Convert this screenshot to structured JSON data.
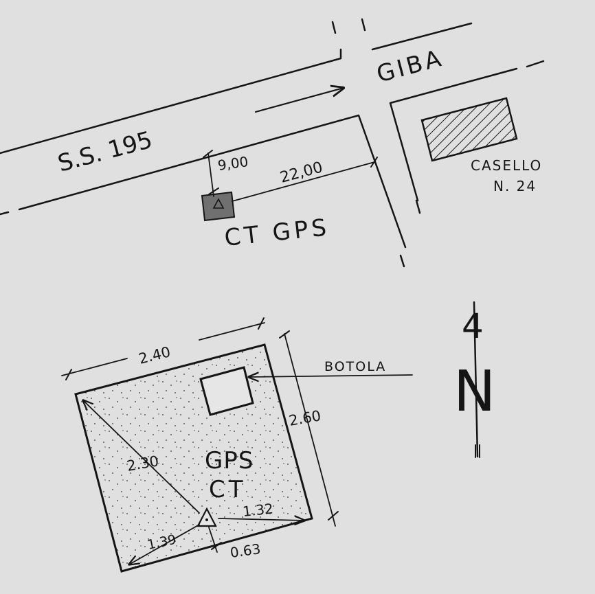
{
  "map": {
    "road_name": "S.S. 195",
    "town": "GIBA",
    "building_label_line1": "CASELLO",
    "building_label_line2": "N. 24",
    "station_label": "CT GPS",
    "dim_road_to_station": "9,00",
    "dim_station_to_crossroad": "22,00"
  },
  "detail": {
    "label_line1": "GPS",
    "label_line2": "CT",
    "hatch_label": "BOTOLA",
    "dim_width": "2.40",
    "dim_height": "2.60",
    "dim_diagonal": "2.30",
    "dim_to_right": "1.32",
    "dim_to_left": "1.39",
    "dim_to_bottom": "0.63"
  },
  "north_arrow": {
    "letter": "N",
    "arrow_glyph": "4"
  }
}
